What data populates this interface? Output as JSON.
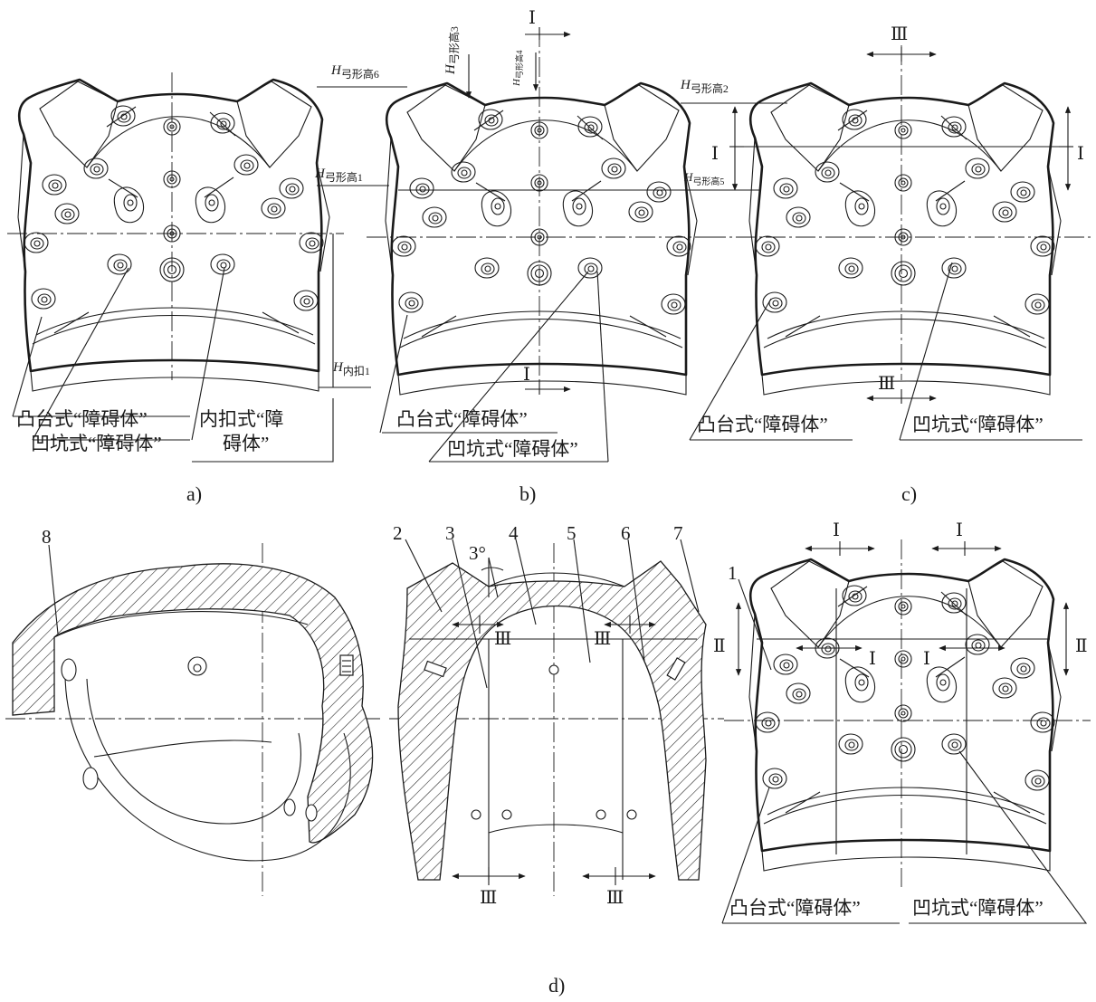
{
  "captions": {
    "a": "a)",
    "b": "b)",
    "c": "c)",
    "d": "d)"
  },
  "labels": {
    "boss": "凸台式“障碍体”",
    "pit": "凹坑式“障碍体”",
    "inner_l1": "内扣式“障",
    "inner_l2": "碍体”"
  },
  "dims": {
    "h": "H",
    "s1": "弓形高1",
    "s2": "弓形高2",
    "s3": "弓形高3",
    "s4": "弓形高4",
    "s5": "弓形高5",
    "s6": "弓形高6",
    "sin": "内扣1"
  },
  "sections": {
    "I": "Ⅰ",
    "II": "Ⅱ",
    "III": "Ⅲ"
  },
  "angle": "3°",
  "parts": [
    "1",
    "2",
    "3",
    "4",
    "5",
    "6",
    "7",
    "8"
  ]
}
